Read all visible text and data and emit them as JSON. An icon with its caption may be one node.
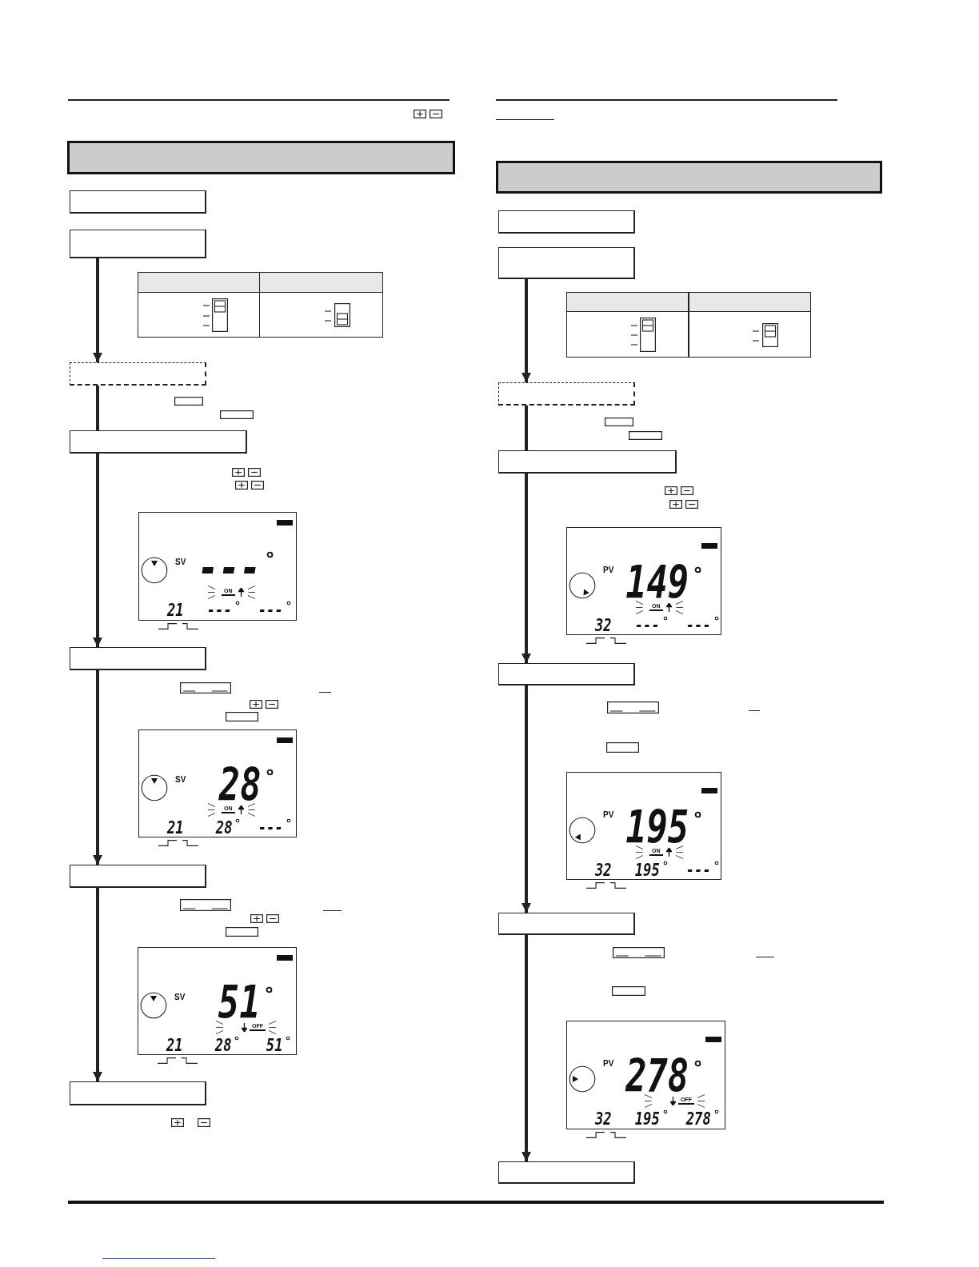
{
  "diagram": {
    "nodes": [
      {
        "text": [],
        "shape": "box"
      },
      {
        "text": [],
        "shape": "box"
      },
      {
        "text": [],
        "shape": "box"
      },
      {
        "text": [],
        "shape": "box"
      },
      {
        "text": [
          "SV",
          "---",
          "ON",
          "21",
          "---",
          "---"
        ]
      },
      {
        "text": [],
        "shape": "box"
      },
      {
        "text": [
          "SV",
          "28",
          "ON",
          "21",
          "28",
          "---"
        ]
      },
      {
        "text": [],
        "shape": "box"
      },
      {
        "text": [
          "SV",
          "51",
          "OFF",
          "21",
          "28",
          "51"
        ]
      },
      {
        "text": [],
        "shape": "box"
      },
      {
        "text": [],
        "shape": "box"
      },
      {
        "text": [],
        "shape": "box"
      },
      {
        "text": [],
        "shape": "box"
      },
      {
        "text": [],
        "shape": "box"
      },
      {
        "text": [
          "PV",
          "149",
          "ON",
          "32",
          "---",
          "---"
        ]
      },
      {
        "text": [],
        "shape": "box"
      },
      {
        "text": [
          "PV",
          "195",
          "ON",
          "32",
          "195",
          "---"
        ]
      },
      {
        "text": [],
        "shape": "box"
      },
      {
        "text": [
          "PV",
          "278",
          "OFF",
          "32",
          "195",
          "278"
        ]
      },
      {
        "text": [],
        "shape": "box"
      }
    ],
    "edges": [
      {
        "from": 1,
        "to": 2,
        "arrow": "to"
      },
      {
        "from": 2,
        "to": 3,
        "arrow": "none"
      },
      {
        "from": 3,
        "to": 5,
        "arrow": "to"
      },
      {
        "from": 5,
        "to": 7,
        "arrow": "to"
      },
      {
        "from": 7,
        "to": 9,
        "arrow": "to"
      },
      {
        "from": 11,
        "to": 12,
        "arrow": "to"
      },
      {
        "from": 12,
        "to": 13,
        "arrow": "none"
      },
      {
        "from": 13,
        "to": 15,
        "arrow": "to"
      },
      {
        "from": 15,
        "to": 17,
        "arrow": "to"
      },
      {
        "from": 17,
        "to": 19,
        "arrow": "to"
      }
    ]
  }
}
